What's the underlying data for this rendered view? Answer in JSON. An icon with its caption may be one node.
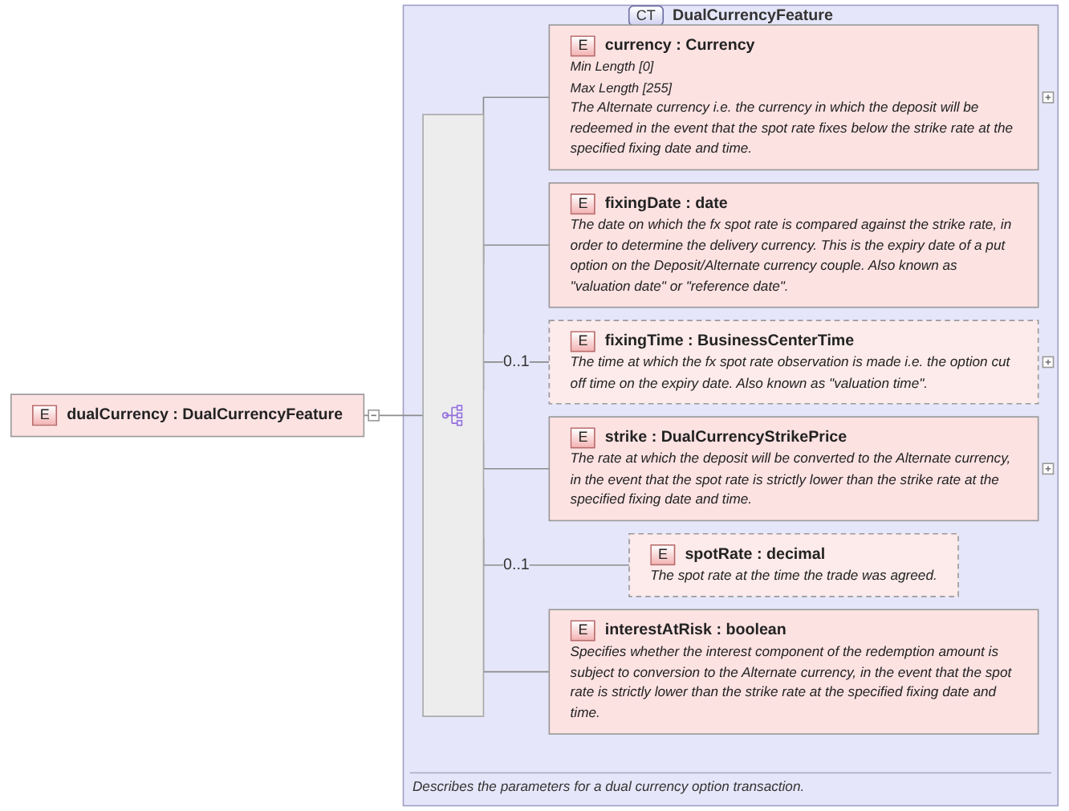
{
  "diagram": {
    "nodes": [
      {
        "text": [
          "E",
          "dualCurrency : DualCurrencyFeature"
        ]
      },
      {
        "text": [
          "CT",
          "DualCurrencyFeature",
          "Describes the parameters for a dual currency option transaction."
        ]
      },
      {
        "text": [],
        "shape": "bar",
        "in": 1
      },
      {
        "text": [
          "E",
          "currency : Currency",
          "Min Length [0]",
          "Max Length [255]",
          "The Alternate currency i.e. the currency in which the deposit will be redeemed in the event that the spot rate fixes below the strike rate at the specified fixing date and time."
        ],
        "in": 1
      },
      {
        "text": [
          "E",
          "fixingDate : date",
          "The date on which the fx spot rate is compared against the strike rate, in order to determine the delivery currency. This is the expiry date of a put option on the Deposit/Alternate currency couple. Also known as \"valuation date\" or \"reference date\"."
        ],
        "in": 1
      },
      {
        "text": [
          "E",
          "fixingTime : BusinessCenterTime",
          "The time at which the fx spot rate observation is made i.e. the option cut off time on the expiry date. Also known as \"valuation time\"."
        ],
        "in": 1
      },
      {
        "text": [
          "E",
          "strike : DualCurrencyStrikePrice",
          "The rate at which the deposit will be converted to the Alternate currency, in the event that the spot rate is strictly lower than the strike rate at the specified fixing date and time."
        ],
        "in": 1
      },
      {
        "text": [
          "E",
          "spotRate : decimal",
          "The spot rate at the time the trade was agreed."
        ],
        "in": 1
      },
      {
        "text": [
          "E",
          "interestAtRisk : boolean",
          "Specifies whether the interest component of the redemption amount is subject to conversion to the Alternate currency, in the event that the spot rate is strictly lower than the strike rate at the specified fixing date and time."
        ],
        "in": 1
      }
    ],
    "edges": [
      {
        "from": 0,
        "to": 2,
        "arrow": "none"
      },
      {
        "from": 2,
        "to": 3,
        "arrow": "none"
      },
      {
        "from": 2,
        "to": 4,
        "arrow": "none"
      },
      {
        "from": 2,
        "to": 5,
        "arrow": "none",
        "label": "0..1"
      },
      {
        "from": 2,
        "to": 6,
        "arrow": "none"
      },
      {
        "from": 2,
        "to": 7,
        "arrow": "none",
        "label": "0..1"
      },
      {
        "from": 2,
        "to": 8,
        "arrow": "none"
      }
    ]
  }
}
